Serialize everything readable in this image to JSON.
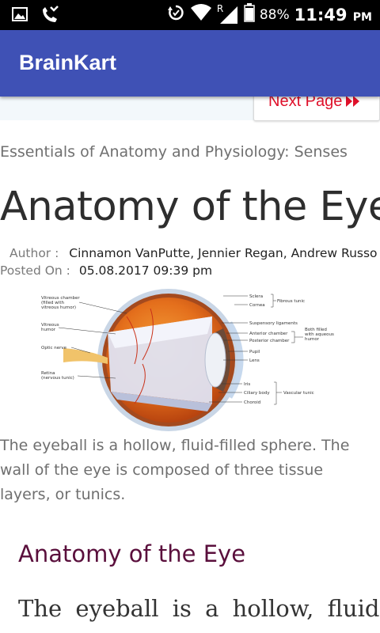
{
  "status_bar": {
    "roaming": "R",
    "battery": "88%",
    "time": "11:49",
    "ampm": "PM",
    "icons": [
      "gallery-icon",
      "missed-call-icon",
      "sync-icon",
      "wifi-icon",
      "signal-icon",
      "battery-icon"
    ]
  },
  "app_bar": {
    "brand": "BrainKart"
  },
  "nav": {
    "next_label": "Next Page"
  },
  "article": {
    "breadcrumb": "Essentials of Anatomy and Physiology: Senses",
    "title": "Anatomy of the Eye",
    "author_label": "Author :",
    "author": "Cinnamon VanPutte, Jennier Regan, Andrew Russo",
    "posted_label": "Posted On :",
    "posted": "05.08.2017 09:39 pm",
    "intro": "The eyeball is a hollow, fluid-filled sphere. The wall of the eye is composed of three tissue layers, or tunics.",
    "subheading": "Anatomy of the Eye",
    "body_start": "The eyeball is a hollow, fluid-"
  },
  "diagram": {
    "left_labels": {
      "vitreous_chamber": [
        "Vitreous chamber",
        "(filled with",
        "vitreous humor)"
      ],
      "vitreous_humor": [
        "Vitreous",
        "humor"
      ],
      "optic_nerve": [
        "Optic nerve"
      ],
      "retina": [
        "Retina",
        "(nervous tunic)"
      ]
    },
    "right_labels": {
      "sclera": "Sclera",
      "cornea": "Cornea",
      "fibrous_tunic": "Fibrous tunic",
      "suspensory_ligaments": "Suspensory ligaments",
      "anterior_chamber": "Anterior chamber",
      "posterior_chamber": "Posterior chamber",
      "aqueous": [
        "Both filled",
        "with aqueous",
        "humor"
      ],
      "pupil": "Pupil",
      "lens": "Lens",
      "iris": "Iris",
      "ciliary_body": "Ciliary body",
      "vascular_tunic": "Vascular tunic",
      "choroid": "Choroid"
    }
  },
  "colors": {
    "app_bar": "#3f51b5",
    "next_link": "#e0102a",
    "subheading": "#5a0f3c",
    "status_bar": "#000000"
  }
}
